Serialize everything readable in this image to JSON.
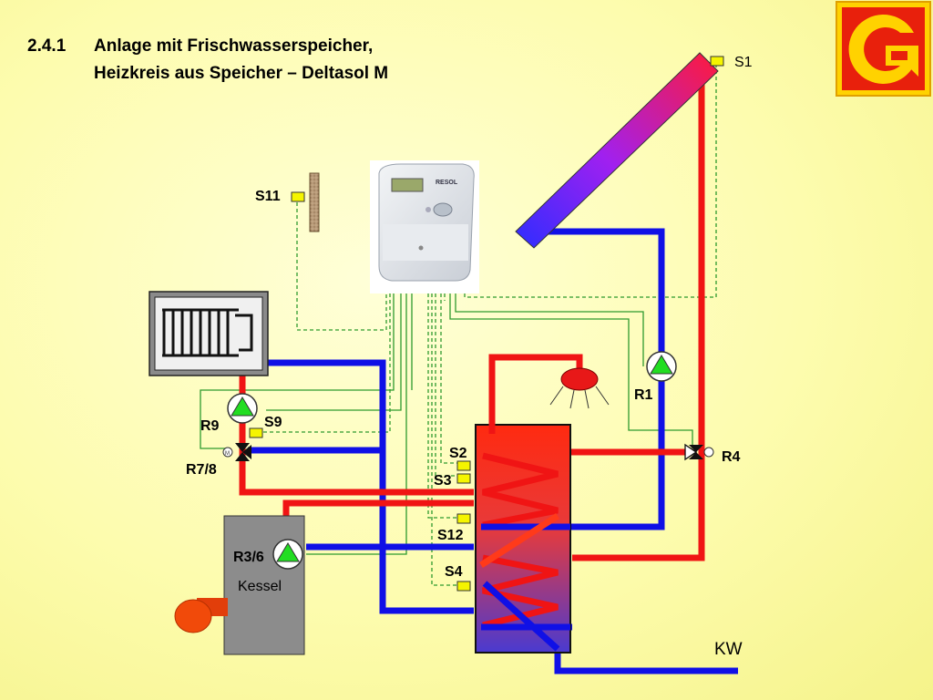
{
  "slide": {
    "number": "2.4.1",
    "title_line1": "Anlage mit Frischwasserspeicher,",
    "title_line2": "Heizkreis aus Speicher – Deltasol M"
  },
  "controller": {
    "brand": "RESOL"
  },
  "labels": {
    "S1": "S1",
    "S11": "S11",
    "S9": "S9",
    "S2": "S2",
    "S3": "S3",
    "S12": "S12",
    "S4": "S4",
    "R1": "R1",
    "R4": "R4",
    "R9": "R9",
    "R78": "R7/8",
    "R36": "R3/6",
    "kessel": "Kessel",
    "kw": "KW",
    "motor": "M"
  },
  "colors": {
    "hot": "#f01414",
    "cold": "#1010e6",
    "wire": "#2e9a2e",
    "sensor": "#f5f500",
    "pump": "#22dd22",
    "boiler": "#8c8c8c"
  },
  "logo": {
    "icon": "g-arrow-logo"
  }
}
